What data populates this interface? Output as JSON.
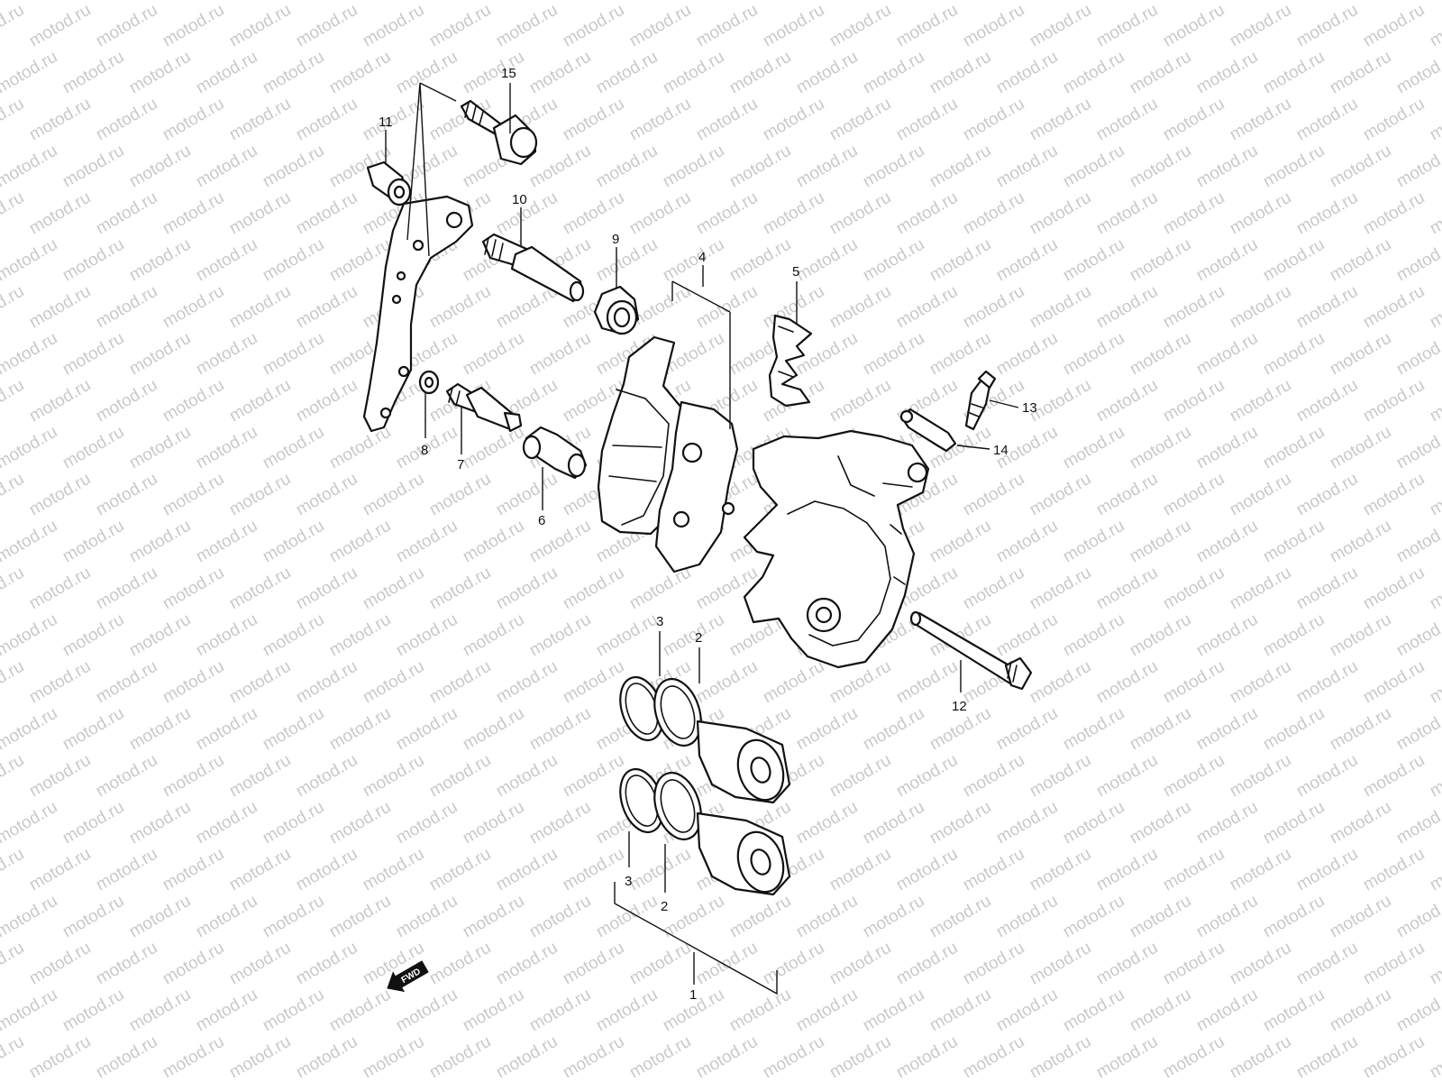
{
  "watermark": {
    "text": "motod.ru"
  },
  "callouts": {
    "c1": "1",
    "c2a": "2",
    "c2b": "2",
    "c3a": "3",
    "c3b": "3",
    "c4": "4",
    "c5": "5",
    "c6": "6",
    "c7": "7",
    "c8": "8",
    "c9": "9",
    "c10": "10",
    "c11": "11",
    "c12": "12",
    "c13": "13",
    "c14": "14",
    "c15": "15"
  },
  "fwd_badge": {
    "label": "FWD"
  },
  "colors": {
    "line": "#111111",
    "watermark": "#c9c9c9",
    "background": "#ffffff"
  }
}
